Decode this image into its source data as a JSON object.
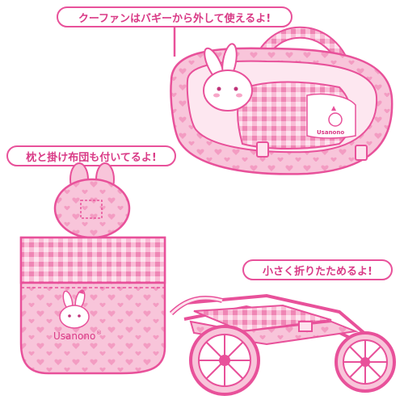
{
  "callouts": {
    "bassinet": "クーファンはバギーから外して使えるよ!",
    "pillow_blanket": "枕と掛け布団も付いてるよ!",
    "folding": "小さく折りたためるよ!"
  },
  "brand": {
    "logo_text": "Usanono",
    "logo_mark": "®"
  },
  "colors": {
    "outline": "#e8519a",
    "body_pink": "#f6bfd6",
    "light_pink": "#fbd9e7",
    "check_dark": "#f08ab7",
    "heart": "#ee7fb0",
    "text_pink": "#d93a86"
  }
}
